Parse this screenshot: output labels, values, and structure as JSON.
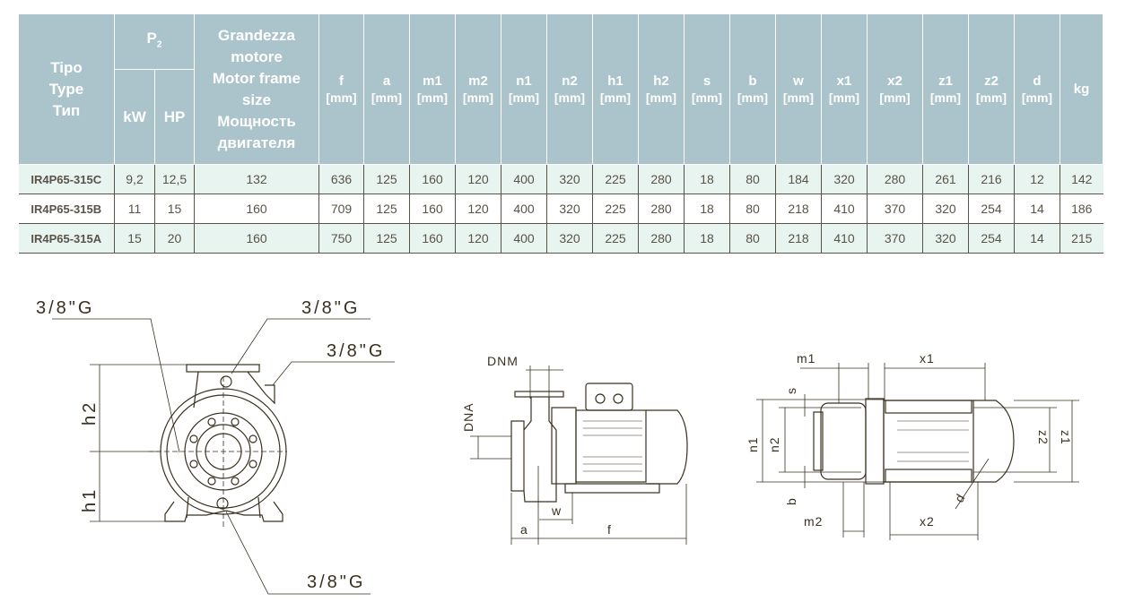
{
  "table": {
    "headers": {
      "type": [
        "Tipo",
        "Type",
        "Тип"
      ],
      "p2": "P",
      "p2_sub": "2",
      "kw": "kW",
      "hp": "HP",
      "frame": [
        "Grandezza",
        "motore",
        "Motor frame",
        "size",
        "Мощность",
        "двигателя"
      ],
      "unit": "[mm]",
      "dims": [
        "f",
        "a",
        "m1",
        "m2",
        "n1",
        "n2",
        "h1",
        "h2",
        "s",
        "b",
        "w",
        "x1",
        "x2",
        "z1",
        "z2",
        "d"
      ],
      "kg": "kg"
    },
    "rows": [
      {
        "type": "IR4P65-315C",
        "kw": "9,2",
        "hp": "12,5",
        "frame": "132",
        "vals": [
          "636",
          "125",
          "160",
          "120",
          "400",
          "320",
          "225",
          "280",
          "18",
          "80",
          "184",
          "320",
          "280",
          "261",
          "216",
          "12"
        ],
        "kg": "142"
      },
      {
        "type": "IR4P65-315B",
        "kw": "11",
        "hp": "15",
        "frame": "160",
        "vals": [
          "709",
          "125",
          "160",
          "120",
          "400",
          "320",
          "225",
          "280",
          "18",
          "80",
          "218",
          "410",
          "370",
          "320",
          "254",
          "14"
        ],
        "kg": "186"
      },
      {
        "type": "IR4P65-315A",
        "kw": "15",
        "hp": "20",
        "frame": "160",
        "vals": [
          "750",
          "125",
          "160",
          "120",
          "400",
          "320",
          "225",
          "280",
          "18",
          "80",
          "218",
          "410",
          "370",
          "320",
          "254",
          "14"
        ],
        "kg": "215"
      }
    ]
  },
  "drawings": {
    "front": {
      "port_labels": [
        "3/8\"G",
        "3/8\"G",
        "3/8\"G",
        "3/8\"G"
      ],
      "h1": "h1",
      "h2": "h2"
    },
    "side": {
      "dnm": "DNM",
      "dna": "DNA",
      "a": "a",
      "f": "f",
      "w": "w"
    },
    "top": {
      "m1": "m1",
      "x1": "x1",
      "s": "s",
      "n1": "n1",
      "n2": "n2",
      "b": "b",
      "m2": "m2",
      "x2": "x2",
      "z1": "z1",
      "z2": "z2",
      "d": "d"
    }
  },
  "colors": {
    "header_bg": "#abc4cb",
    "row_alt_bg": "#e8f4f0",
    "text": "#5a5347",
    "drawing": "#3a3020"
  }
}
